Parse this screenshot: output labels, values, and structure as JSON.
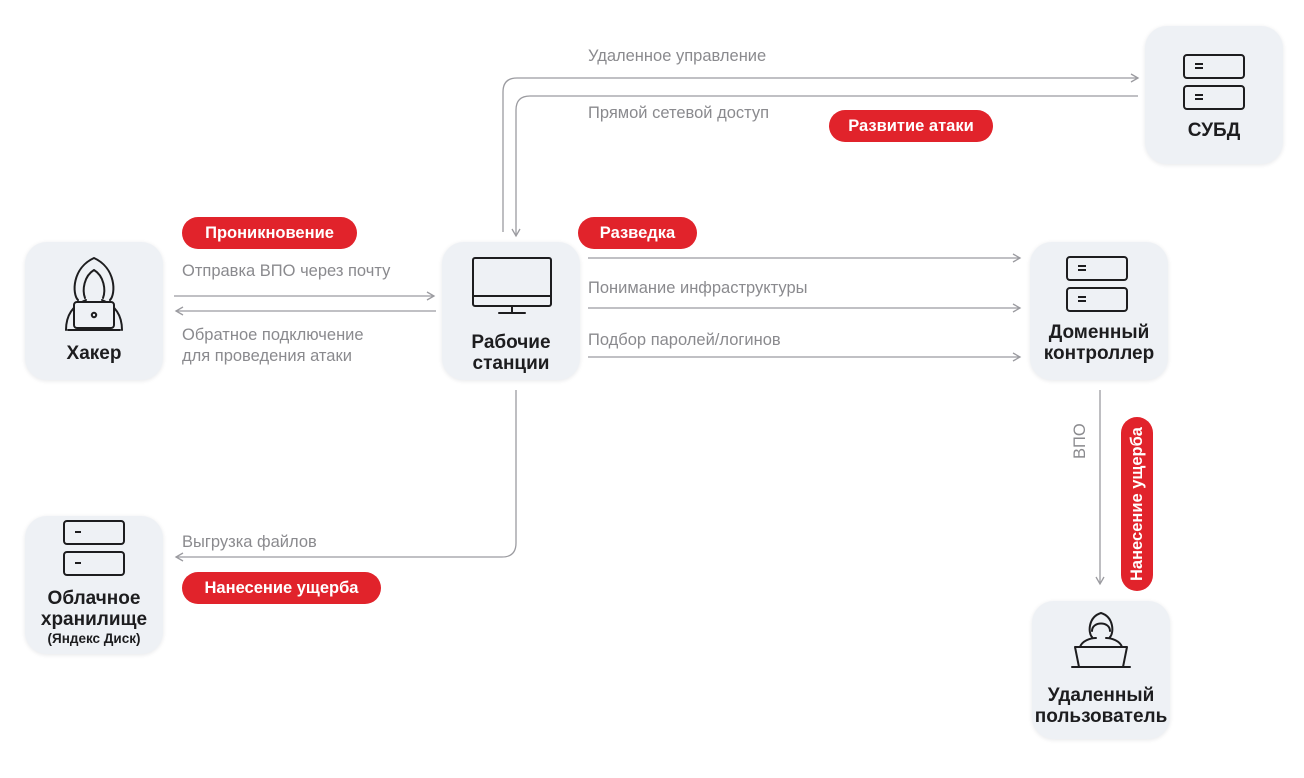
{
  "nodes": {
    "hacker": {
      "label": "Хакер"
    },
    "workstations": {
      "label_line1": "Рабочие",
      "label_line2": "станции"
    },
    "dbms": {
      "label": "СУБД"
    },
    "domain_controller": {
      "label_line1": "Доменный",
      "label_line2": "контроллер"
    },
    "cloud": {
      "label_line1": "Облачное",
      "label_line2": "хранилище",
      "label_sub": "(Яндекс Диск)"
    },
    "remote_user": {
      "label_line1": "Удаленный",
      "label_line2": "пользователь"
    }
  },
  "edges": {
    "send_malware": "Отправка ВПО через почту",
    "reverse_line1": "Обратное подключение",
    "reverse_line2": "для проведения атаки",
    "remote_control": "Удаленное управление",
    "direct_access": "Прямой сетевой доступ",
    "infra_understanding": "Понимание инфраструктуры",
    "password_guessing": "Подбор паролей/логинов",
    "file_upload": "Выгрузка файлов",
    "malware_vertical": "ВПО"
  },
  "stages": {
    "penetration": "Проникновение",
    "recon": "Разведка",
    "attack_development": "Развитие атаки",
    "damage_cloud": "Нанесение ущерба",
    "damage_user": "Нанесение ущерба"
  },
  "colors": {
    "accent_red": "#e1232b",
    "card_bg": "#eef1f5",
    "line_gray": "#9b9ba0",
    "text_dark": "#1d1d1f",
    "text_gray": "#8a8a8e"
  }
}
